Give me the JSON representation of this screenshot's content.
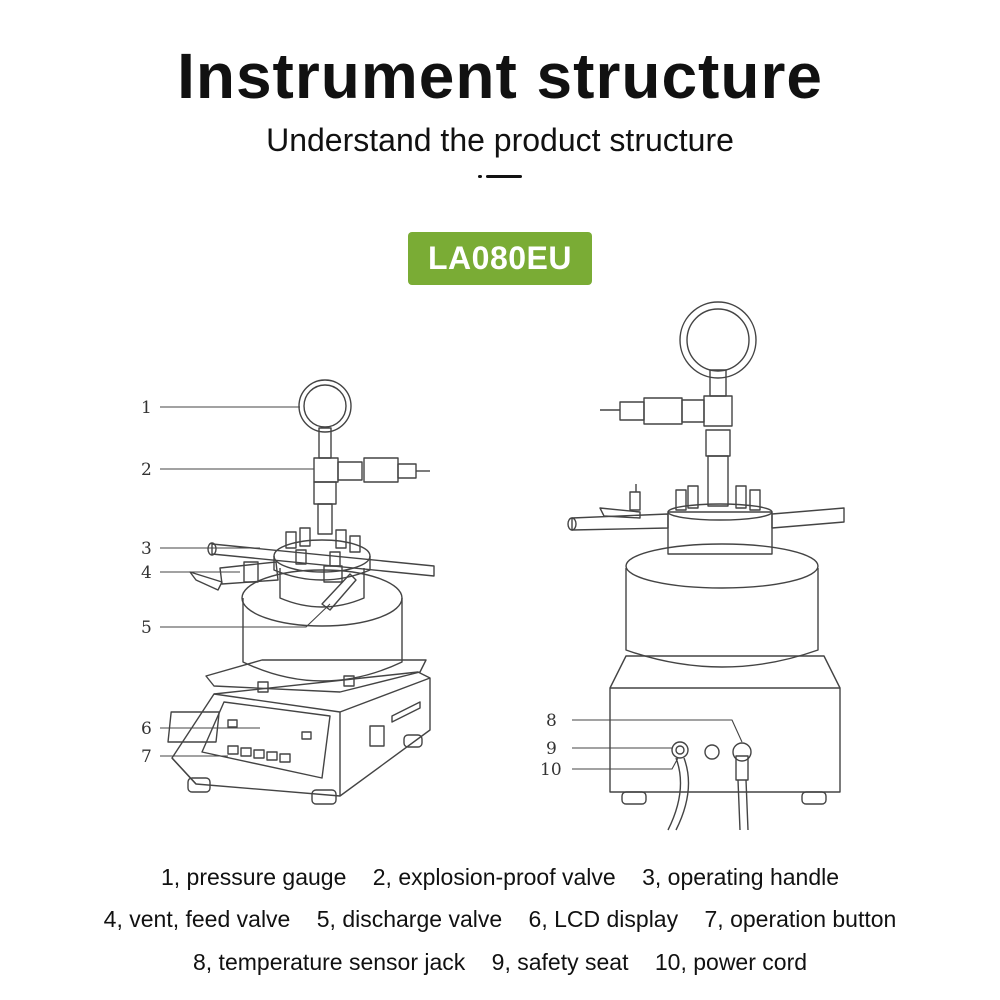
{
  "header": {
    "title": "Instrument structure",
    "subtitle": "Understand the product structure"
  },
  "badge": {
    "model": "LA080EU",
    "color": "#7aac35"
  },
  "callouts": {
    "c1": "1",
    "c2": "2",
    "c3": "3",
    "c4": "4",
    "c5": "5",
    "c6": "6",
    "c7": "7",
    "c8": "8",
    "c9": "9",
    "c10": "10"
  },
  "legend": {
    "row1": [
      "1, pressure gauge",
      "2, explosion-proof valve",
      "3, operating handle"
    ],
    "row2": [
      "4, vent, feed valve",
      "5, discharge valve",
      "6, LCD display",
      "7, operation button"
    ],
    "row3": [
      "8, temperature sensor jack",
      "9, safety seat",
      "10, power cord"
    ]
  },
  "colors": {
    "line": "#444444",
    "text": "#111111"
  }
}
